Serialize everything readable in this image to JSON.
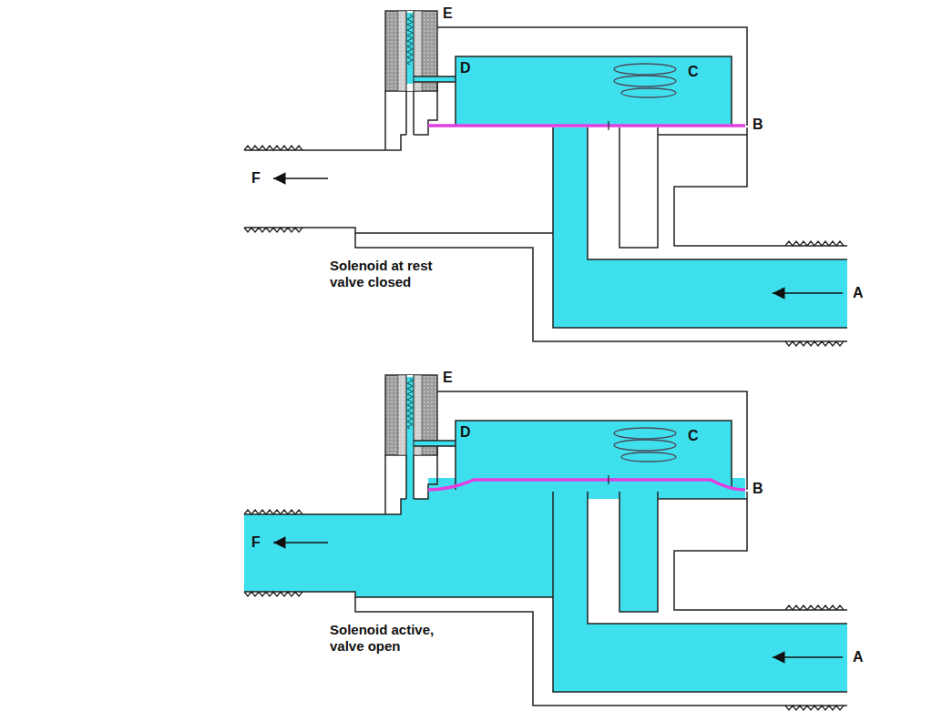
{
  "diagram": {
    "labels": [
      "E",
      "D",
      "C",
      "B",
      "F",
      "Solenoid at rest valve closed",
      "A",
      "E",
      "D",
      "C",
      "B",
      "F",
      "Solenoid active, valve open",
      "A"
    ]
  }
}
